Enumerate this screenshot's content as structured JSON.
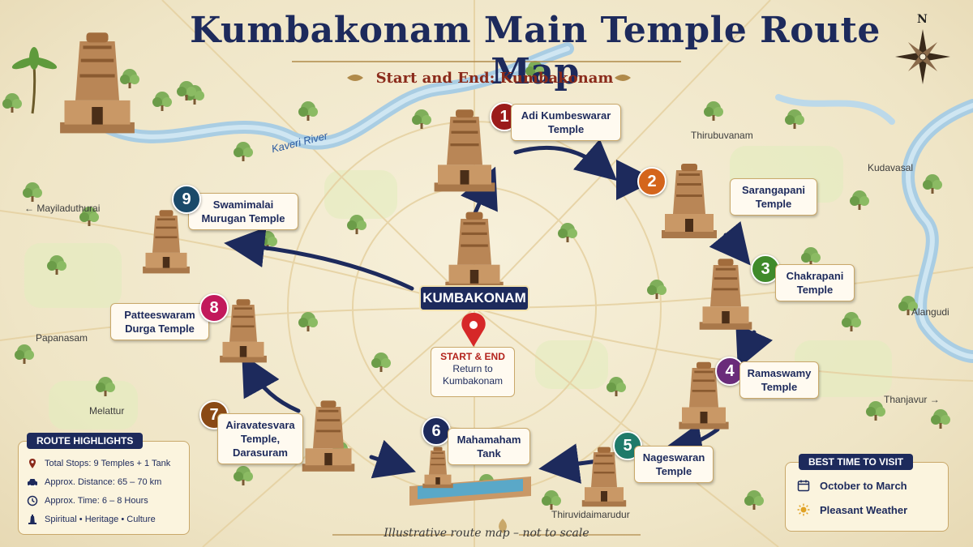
{
  "title": "Kumbakonam Main Temple Route Map",
  "subtitle": "Start and End: Kumbakonam",
  "footnote": "Illustrative route map – not to scale",
  "compass": "N",
  "center": {
    "label": "KUMBAKONAM",
    "start_title": "START & END",
    "start_line1": "Return to",
    "start_line2": "Kumbakonam"
  },
  "river": "Kaveri River",
  "places": {
    "mayiladuthurai": "← Mayiladuthurai",
    "thirubuvanam": "Thirubuvanam",
    "kudavasal": "Kudavasal",
    "alangudi": "Alangudi",
    "papanasam": "Papanasam",
    "melattur": "Melattur",
    "thanjavur": "Thanjavur →",
    "thiruvidaimarudur": "Thiruvidaimarudur"
  },
  "stops": [
    {
      "num": "1",
      "line1": "Adi Kumbeswarar",
      "line2": "Temple",
      "color": "#9b1b1b"
    },
    {
      "num": "2",
      "line1": "Sarangapani",
      "line2": "Temple",
      "color": "#d4651c"
    },
    {
      "num": "3",
      "line1": "Chakrapani",
      "line2": "Temple",
      "color": "#3f8a2a"
    },
    {
      "num": "4",
      "line1": "Ramaswamy",
      "line2": "Temple",
      "color": "#6a2c7a"
    },
    {
      "num": "5",
      "line1": "Nageswaran",
      "line2": "Temple",
      "color": "#1f7a6a"
    },
    {
      "num": "6",
      "line1": "Mahamaham",
      "line2": "Tank",
      "color": "#1d2a5c"
    },
    {
      "num": "7",
      "line1": "Airavatesvara",
      "line2": "Temple,",
      "line3": "Darasuram",
      "color": "#8a4a16"
    },
    {
      "num": "8",
      "line1": "Patteeswaram",
      "line2": "Durga Temple",
      "color": "#c2185b"
    },
    {
      "num": "9",
      "line1": "Swamimalai",
      "line2": "Murugan Temple",
      "color": "#1a4a6a"
    }
  ],
  "highlights": {
    "title": "ROUTE HIGHLIGHTS",
    "items": [
      {
        "icon": "map-pin-icon",
        "text": "Total Stops: 9 Temples + 1 Tank"
      },
      {
        "icon": "car-icon",
        "text": "Approx. Distance: 65 – 70 km"
      },
      {
        "icon": "clock-icon",
        "text": "Approx. Time: 6 – 8 Hours"
      },
      {
        "icon": "temple-icon",
        "text": "Spiritual • Heritage • Culture"
      }
    ]
  },
  "best_time": {
    "title": "BEST TIME TO VISIT",
    "items": [
      {
        "icon": "calendar-icon",
        "text": "October to March"
      },
      {
        "icon": "sun-icon",
        "text": "Pleasant Weather"
      }
    ]
  }
}
